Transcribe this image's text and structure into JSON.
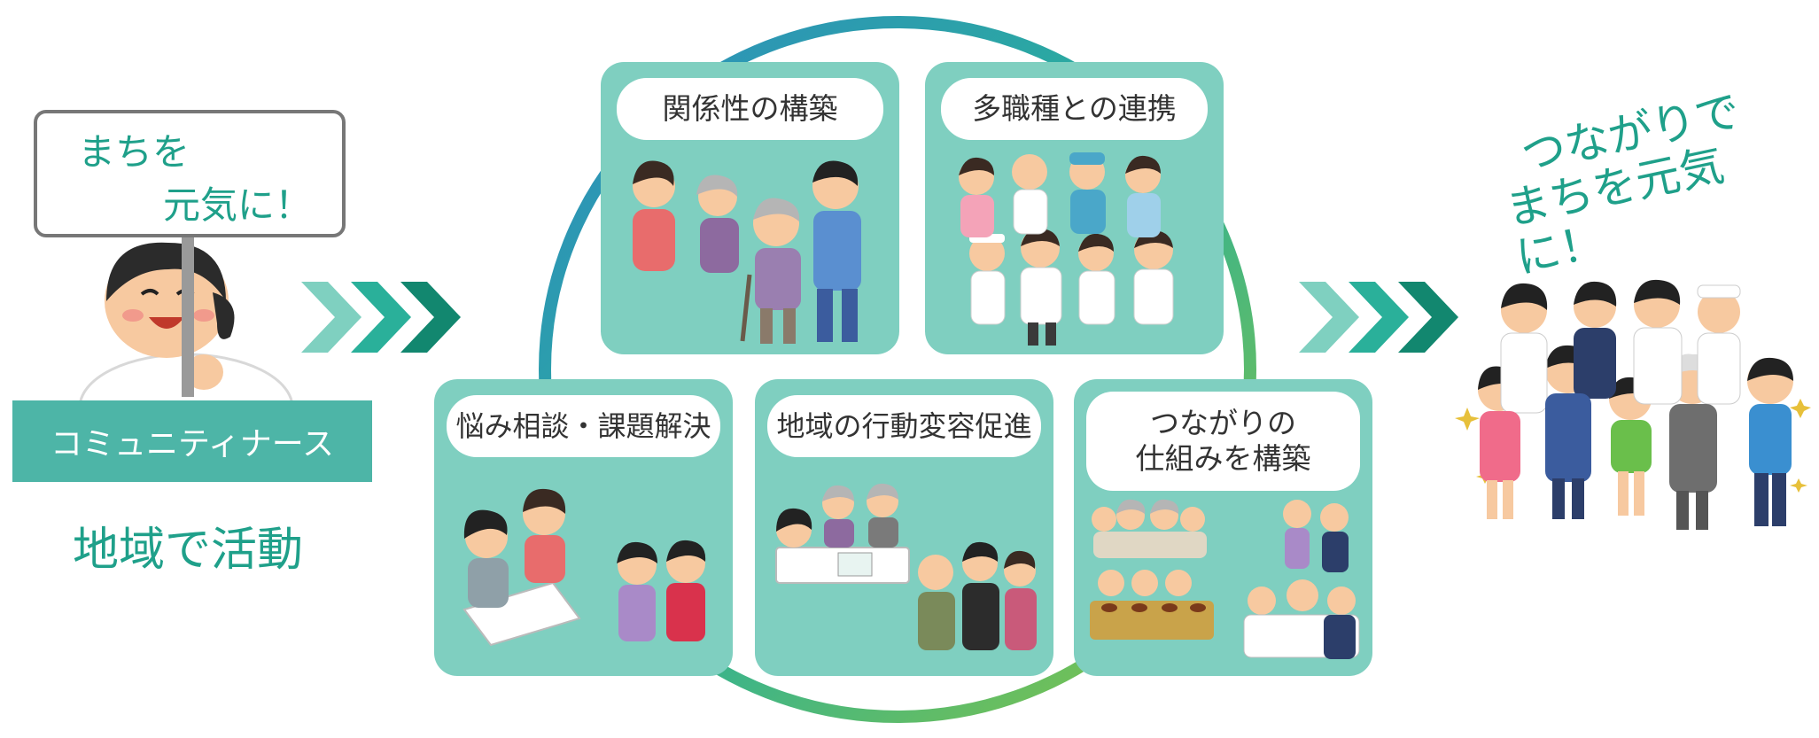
{
  "sign": {
    "line1": "まちを",
    "line2": "元気に！"
  },
  "role_label": "コミュニティナース",
  "activity_label": "地域で活動",
  "panels": [
    {
      "label": "関係性の構築"
    },
    {
      "label": "多職種との連携"
    },
    {
      "label": "悩み相談・課題解決"
    },
    {
      "label": "地域の行動変容促進"
    },
    {
      "label": "つながりの仕組みを構築",
      "line1": "つながりの",
      "line2": "仕組みを構築"
    }
  ],
  "goal": {
    "line1": "つながりで",
    "line2": "まちを元気に！"
  },
  "colors": {
    "teal_text": "#1fa08a",
    "panel": "#7fcfc0",
    "role_box": "#4db5a7",
    "arrow_light": "#7fd0c0",
    "arrow_mid": "#2ab09a",
    "arrow_dark": "#12876f",
    "ring_blue": "#2e8bc0",
    "ring_green": "#8cc63f"
  }
}
